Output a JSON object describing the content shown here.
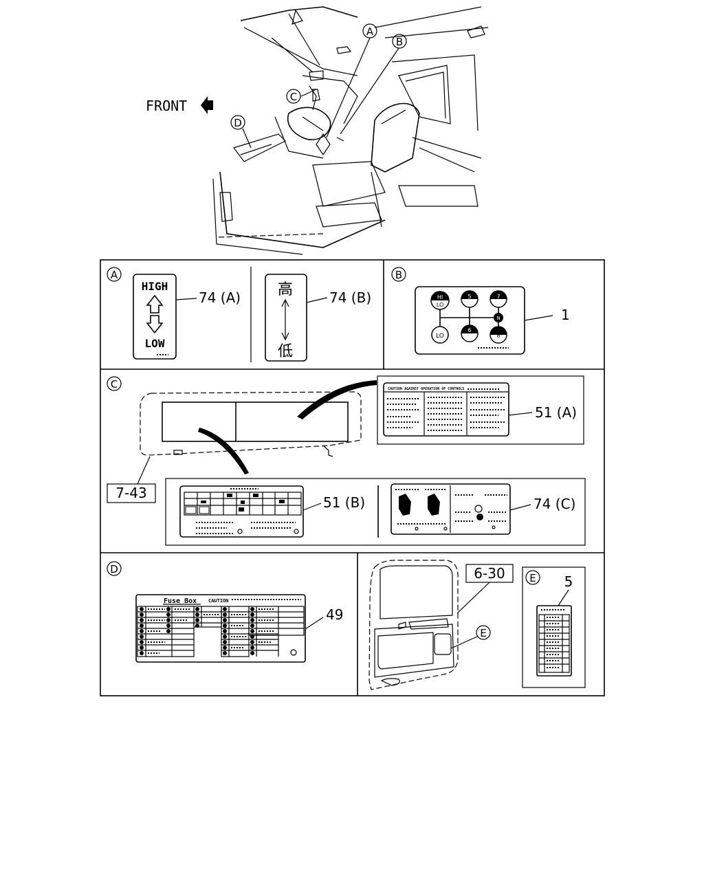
{
  "overview": {
    "front_label": "FRONT",
    "callouts": [
      "A",
      "B",
      "C",
      "D"
    ]
  },
  "section_a": {
    "tag": "A",
    "label_a": {
      "top": "HIGH",
      "bottom": "LOW",
      "part": "74 (A)"
    },
    "label_b": {
      "top": "高",
      "bottom": "低",
      "part": "74 (B)"
    }
  },
  "section_b": {
    "tag": "B",
    "part": "1",
    "shift_positions": [
      "HI",
      "LO",
      "5",
      "7",
      "N",
      "LO",
      "6",
      "8"
    ]
  },
  "section_c": {
    "tag": "C",
    "ref": "7-43",
    "part_51a": "51 (A)",
    "part_51b": "51 (B)",
    "part_74c": "74 (C)",
    "label_51a_heading": "CAUTION AGAINST OPERATION OF CONTROLS"
  },
  "section_d": {
    "tag": "D",
    "part": "49",
    "fuse_title": "Fuse Box",
    "fuse_caution": "CAUTION"
  },
  "section_e": {
    "ref": "6-30",
    "callout": "E",
    "tag": "E",
    "part": "5"
  }
}
